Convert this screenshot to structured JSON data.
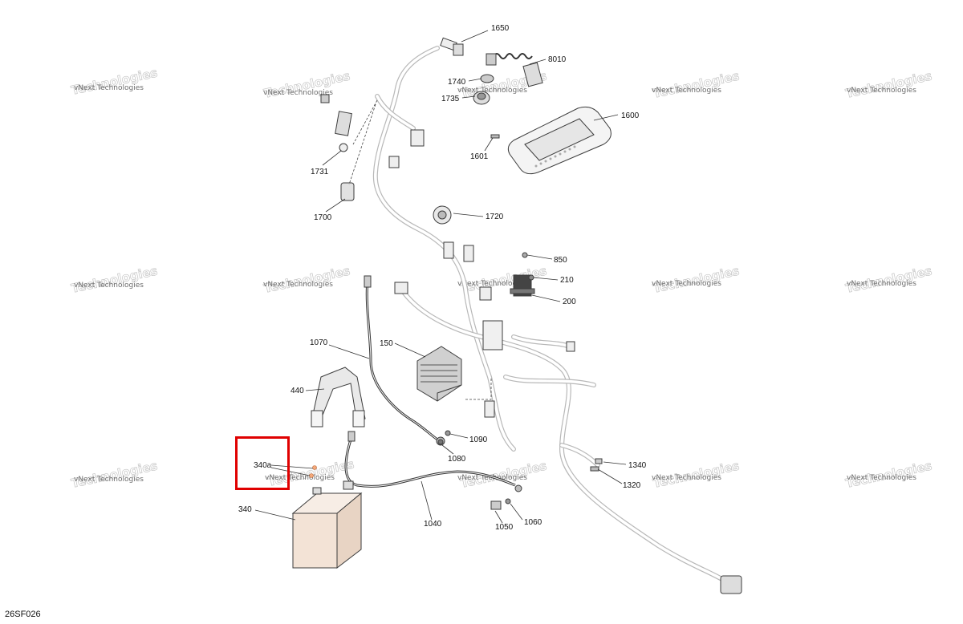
{
  "diagram": {
    "code": "26SF026",
    "watermark": {
      "line1": "vNext Technologies",
      "line2": "Technologies"
    },
    "callouts": [
      {
        "id": "1650",
        "label": "1650"
      },
      {
        "id": "8010",
        "label": "8010"
      },
      {
        "id": "1740",
        "label": "1740"
      },
      {
        "id": "1735",
        "label": "1735"
      },
      {
        "id": "1600",
        "label": "1600"
      },
      {
        "id": "1601",
        "label": "1601"
      },
      {
        "id": "1731",
        "label": "1731"
      },
      {
        "id": "1700",
        "label": "1700"
      },
      {
        "id": "1720",
        "label": "1720"
      },
      {
        "id": "850",
        "label": "850"
      },
      {
        "id": "210",
        "label": "210"
      },
      {
        "id": "200",
        "label": "200"
      },
      {
        "id": "1070",
        "label": "1070"
      },
      {
        "id": "150",
        "label": "150"
      },
      {
        "id": "440",
        "label": "440"
      },
      {
        "id": "1090",
        "label": "1090"
      },
      {
        "id": "1080",
        "label": "1080"
      },
      {
        "id": "340a",
        "label": "340a"
      },
      {
        "id": "340",
        "label": "340"
      },
      {
        "id": "1040",
        "label": "1040"
      },
      {
        "id": "1050",
        "label": "1050"
      },
      {
        "id": "1060",
        "label": "1060"
      },
      {
        "id": "1340",
        "label": "1340"
      },
      {
        "id": "1320",
        "label": "1320"
      }
    ],
    "highlighted_part": "340a",
    "colors": {
      "highlight": "#e00000",
      "battery": "#f3e3d6",
      "line": "#333333"
    }
  }
}
